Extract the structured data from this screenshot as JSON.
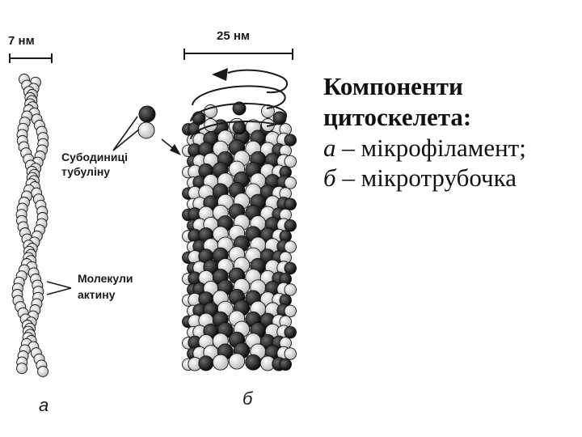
{
  "figure": {
    "scale_a": "7 нм",
    "scale_b": "25 нм",
    "label_tubulin_line1": "Субодиниці",
    "label_tubulin_line2": "тубуліну",
    "label_actin_line1": "Молекули",
    "label_actin_line2": "актину",
    "letter_a": "а",
    "letter_b": "б",
    "colors": {
      "ink": "#1a1a1a",
      "light_sphere": "#f2f2f2",
      "dark_sphere": "#1c1c1c",
      "mid_sphere": "#555555"
    }
  },
  "title": {
    "line1": "Компоненти",
    "line2": "цитоскелета:",
    "item_a_letter": "а",
    "item_a_text": " – мікрофіламент;",
    "item_b_letter": "б",
    "item_b_text": " – мікротрубочка"
  }
}
